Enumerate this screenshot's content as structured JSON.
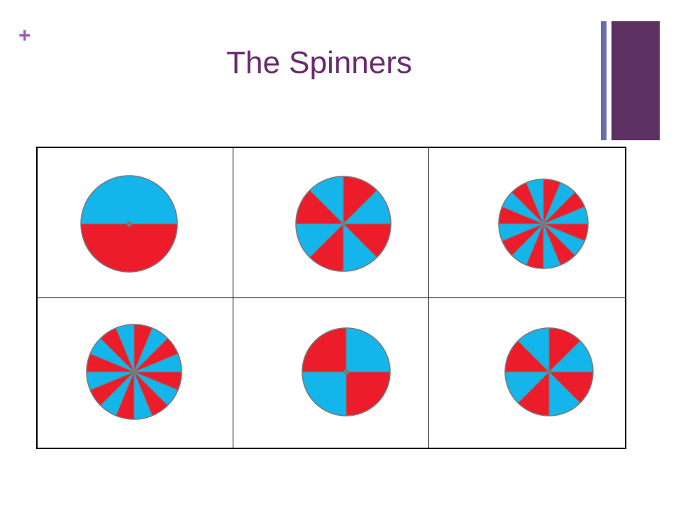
{
  "slide": {
    "plus_glyph": "+",
    "title": "The Spinners"
  },
  "colors": {
    "plus": "#9b59b6",
    "title": "#6a2c70",
    "bar_thin": "#6b6bb0",
    "bar_thick": "#5e3163",
    "blue": "#13b5ea",
    "red": "#ec1c2b",
    "outline": "#7a7a7a"
  },
  "spinners": [
    {
      "name": "spinner-halves",
      "sectors": 2,
      "start_color": "blue"
    },
    {
      "name": "spinner-8-sectors",
      "sectors": 8,
      "start_color": "red"
    },
    {
      "name": "spinner-16-sectors",
      "sectors": 16,
      "start_color": "red"
    },
    {
      "name": "spinner-16-sectors-b",
      "sectors": 16,
      "start_color": "red"
    },
    {
      "name": "spinner-quarters",
      "sectors": 4,
      "start_color": "blue"
    },
    {
      "name": "spinner-8-sectors-b",
      "sectors": 8,
      "start_color": "red"
    }
  ]
}
